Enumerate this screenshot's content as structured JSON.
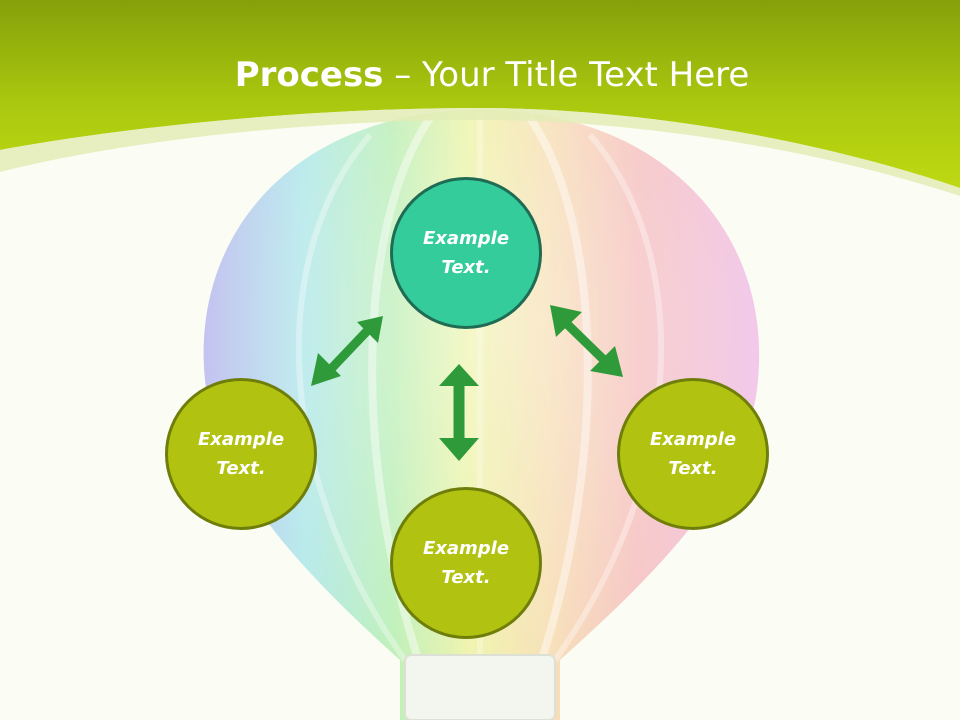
{
  "slide": {
    "title_bold": "Process",
    "title_rest": " – Your Title Text Here"
  },
  "nodes": {
    "top": {
      "line1": "Example",
      "line2": "Text."
    },
    "left": {
      "line1": "Example",
      "line2": "Text."
    },
    "right": {
      "line1": "Example",
      "line2": "Text."
    },
    "bottom": {
      "line1": "Example",
      "line2": "Text."
    }
  },
  "colors": {
    "header_green": "#b5d00f",
    "header_dark": "#7f9a0a",
    "node_teal": "#33cc9a",
    "node_olive": "#b1c310",
    "arrow_green": "#2e9a3a"
  },
  "background_image": "hot-air-balloon-rainbow"
}
